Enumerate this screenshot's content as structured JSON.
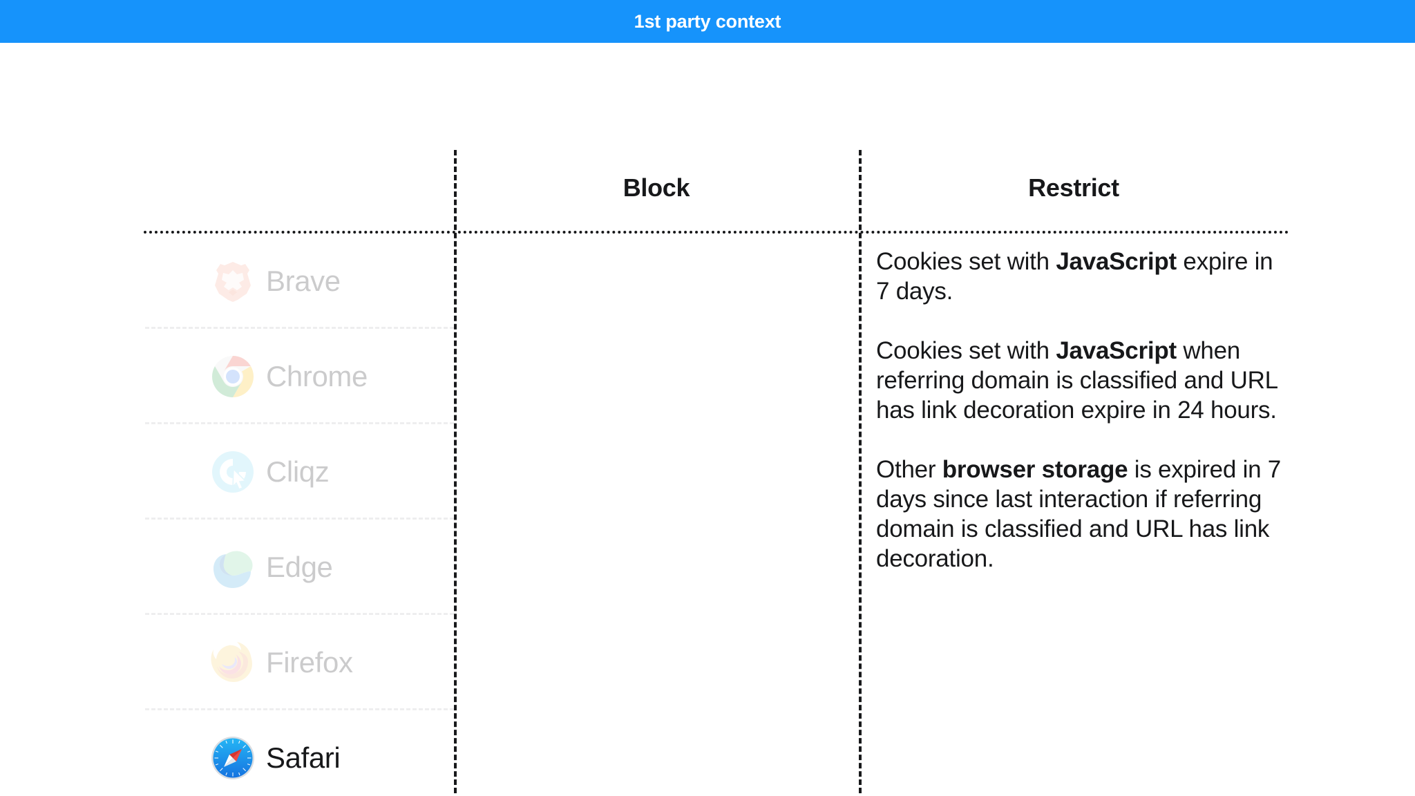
{
  "banner": {
    "title": "1st party context",
    "color": "#1693fb",
    "text_color": "#ffffff"
  },
  "table": {
    "row_header_label": "",
    "columns": [
      {
        "key": "block",
        "label": "Block"
      },
      {
        "key": "restrict",
        "label": "Restrict"
      }
    ],
    "rows": [
      {
        "name": "Brave",
        "icon": "brave-lion-icon",
        "dimmed": true,
        "block": "",
        "restrict": ""
      },
      {
        "name": "Chrome",
        "icon": "chrome-icon",
        "dimmed": true,
        "block": "",
        "restrict": ""
      },
      {
        "name": "Cliqz",
        "icon": "cliqz-icon",
        "dimmed": true,
        "block": "",
        "restrict": ""
      },
      {
        "name": "Edge",
        "icon": "edge-icon",
        "dimmed": true,
        "block": "",
        "restrict": ""
      },
      {
        "name": "Firefox",
        "icon": "firefox-icon",
        "dimmed": true,
        "block": "",
        "restrict": ""
      },
      {
        "name": "Safari",
        "icon": "safari-compass-icon",
        "dimmed": false,
        "block": "",
        "restrict": "safari-restrict"
      }
    ]
  },
  "block_column": {
    "content": ""
  },
  "restrict_column": {
    "paragraph1": {
      "part1": "Cookies set with ",
      "bold1": "JavaScript",
      "part2": " expire in 7 days."
    },
    "paragraph2": {
      "part1": "Cookies set with ",
      "bold1": "JavaScript",
      "part2": " when referring domain is classified and URL has link decoration expire in 24 hours."
    },
    "paragraph3": {
      "part1": "Other ",
      "bold1": "browser storage",
      "part2": " is expired in 7 days since last interaction if referring domain is classified and URL has link decoration."
    }
  },
  "colors": {
    "banner_blue": "#1693fb",
    "text_dark": "#17181a",
    "row_separator": "#b3b6bb",
    "divider": "#18191b"
  }
}
